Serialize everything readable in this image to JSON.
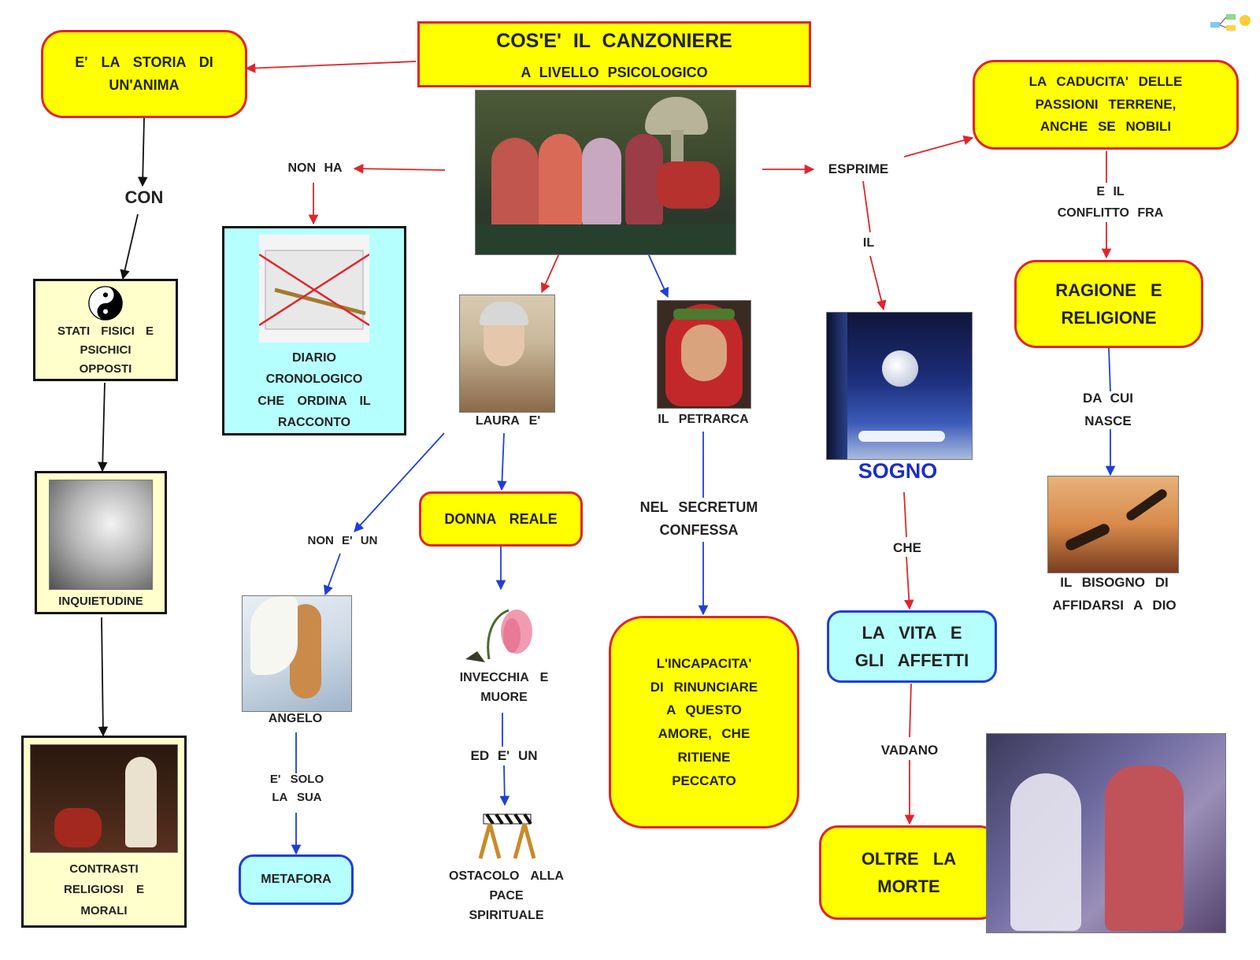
{
  "title": {
    "line1": "COS'E'   IL     CANZONIERE",
    "line2": "A   LIVELLO     PSICOLOGICO"
  },
  "nodes": {
    "storia_anima": "E'  LA   STORIA   DI\nUN'ANIMA",
    "con": "CON",
    "stati": "STATI    FISICI   E\nPSICHICI\nOPPOSTI",
    "inquietudine": "INQUIETUDINE",
    "contrasti": "CONTRASTI\nRELIGIOSI   E\nMORALI",
    "non_ha": "NON   HA",
    "diario": "DIARIO\nCRONOLOGICO\nCHE    ORDINA   IL\nRACCONTO",
    "laura_e": "LAURA    E'",
    "non_e_un": "NON   E'   UN",
    "angelo": "ANGELO",
    "e_solo_la_sua": "E'   SOLO\nLA   SUA",
    "metafora": "METAFORA",
    "donna_reale": "DONNA    REALE",
    "invecchia": "INVECCHIA     E\nMUORE",
    "ed_e_un": "ED   E'   UN",
    "ostacolo": "OSTACOLO     ALLA\nPACE\nSPIRITUALE",
    "il_petrarca": "IL     PETRARCA",
    "nel_secretum": "NEL     SECRETUM\nCONFESSA",
    "incapacita": "L'INCAPACITA'\nDI    RINUNCIARE\nA    QUESTO\nAMORE,    CHE\nRITIENE\nPECCATO",
    "esprime": "ESPRIME",
    "il": "IL",
    "sogno": "SOGNO",
    "che": "CHE",
    "vita_affetti": "LA   VITA   E\nGLI    AFFETTI",
    "vadano": "VADANO",
    "oltre_morte": "OLTRE    LA\nMORTE",
    "caducita": "LA    CADUCITA'     DELLE\nPASSIONI     TERRENE,\nANCHE    SE    NOBILI",
    "e_il_conflitto": "E  IL\nCONFLITTO     FRA",
    "ragione": "RAGIONE    E\nRELIGIONE",
    "da_cui_nasce": "DA   CUI\nNASCE",
    "bisogno": "IL    BISOGNO    DI\nAFFIDARSI    A   DIO"
  },
  "colors": {
    "red": "#e0252a",
    "blue": "#1e3fd6",
    "yellow": "#ffff00",
    "cyan": "#b6ffff",
    "cream": "#ffffcc",
    "sogno": "#1a2ec8"
  },
  "icons": [
    "yin-yang-icon",
    "mindmap-logo-icon"
  ]
}
